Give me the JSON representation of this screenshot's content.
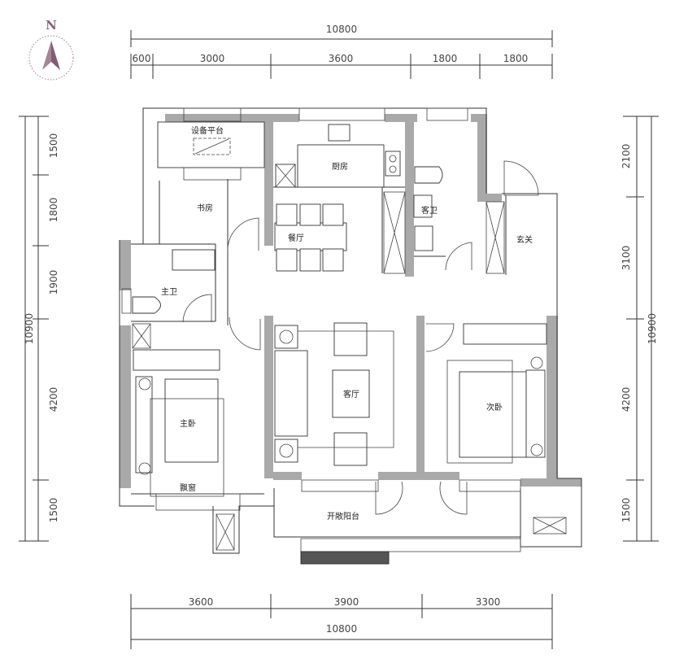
{
  "compass": {
    "label": "N",
    "color": "#9c7a8d"
  },
  "dimensions": {
    "top_total": "10800",
    "top_segments": [
      "600",
      "3000",
      "3600",
      "1800",
      "1800"
    ],
    "left_total": "10900",
    "left_segments": [
      "1500",
      "1800",
      "1900",
      "4200",
      "1500"
    ],
    "right_total": "10900",
    "right_segments": [
      "2100",
      "3100",
      "4200",
      "1500"
    ],
    "bottom_segments": [
      "3600",
      "3900",
      "3300"
    ],
    "bottom_total": "10800"
  },
  "rooms": {
    "equipment_platform": "设备平台",
    "kitchen": "厨房",
    "study": "书房",
    "dining": "餐厅",
    "guest_bath": "客卫",
    "foyer": "玄关",
    "master_bath": "主卫",
    "living": "客厅",
    "second_bedroom": "次卧",
    "master_bedroom": "主卧",
    "bay_window": "飘窗",
    "open_balcony": "开敞阳台"
  }
}
